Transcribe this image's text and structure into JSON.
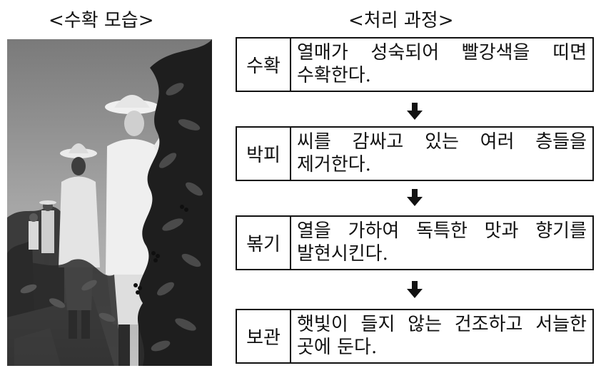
{
  "headings": {
    "left": "<수확 모습>",
    "right": "<처리 과정>"
  },
  "photo": {
    "icon": "coffee-harvest-photo"
  },
  "steps": [
    {
      "label": "수확",
      "desc": "열매가 성숙되어 빨강색을 띠면 수확한다."
    },
    {
      "label": "박피",
      "desc": "씨를 감싸고 있는 여러 층들을 제거한다."
    },
    {
      "label": "볶기",
      "desc": "열을 가하여 독특한 맛과 향기를 발현시킨다."
    },
    {
      "label": "보관",
      "desc": "햇빛이 들지 않는 건조하고 서늘한 곳에 둔다."
    }
  ],
  "arrow_icon": "arrow-down-icon",
  "colors": {
    "text": "#111111",
    "border": "#111111",
    "background": "#ffffff"
  }
}
